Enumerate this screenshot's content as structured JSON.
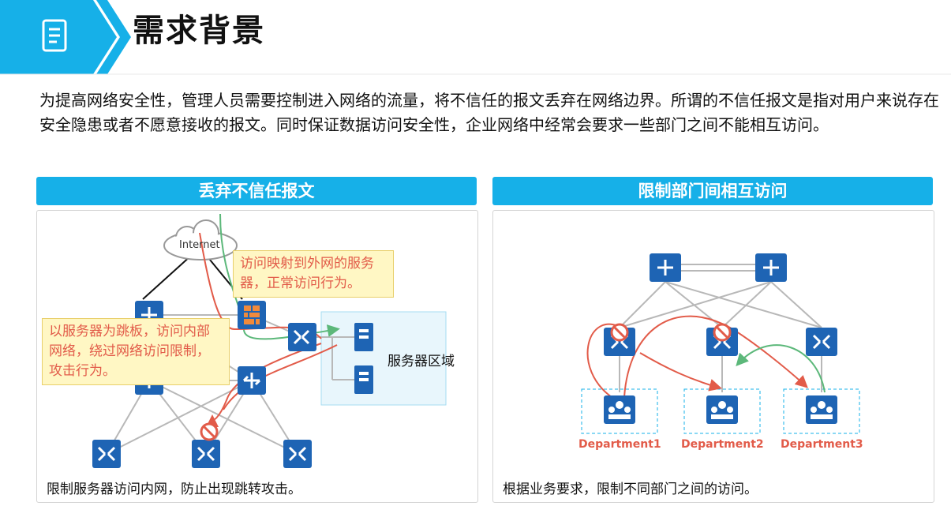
{
  "header": {
    "title": "需求背景"
  },
  "intro": {
    "text": "为提高网络安全性，管理人员需要控制进入网络的流量，将不信任的报文丢弃在网络边界。所谓的不信任报文是指对用户来说存在安全隐患或者不愿意接收的报文。同时保证数据访问安全性，企业网络中经常会要求一些部门之间不能相互访问。"
  },
  "left_panel": {
    "heading": "丢弃不信任报文",
    "cloud_label": "Internet",
    "callout_top": "访问映射到外网的服务器，正常访问行为。",
    "callout_left": "以服务器为跳板，访问内部网络，绕过网络访问限制，攻击行为。",
    "server_zone": "服务器区域",
    "caption": "限制服务器访问内网，防止出现跳转攻击。"
  },
  "right_panel": {
    "heading": "限制部门间相互访问",
    "departments": [
      "Department1",
      "Department2",
      "Department3"
    ],
    "caption": "根据业务要求，限制不同部门之间的访问。"
  },
  "colors": {
    "accent": "#16b0e8",
    "device": "#1e64b4",
    "attack": "#e25b49",
    "allowed": "#5cb87a"
  }
}
